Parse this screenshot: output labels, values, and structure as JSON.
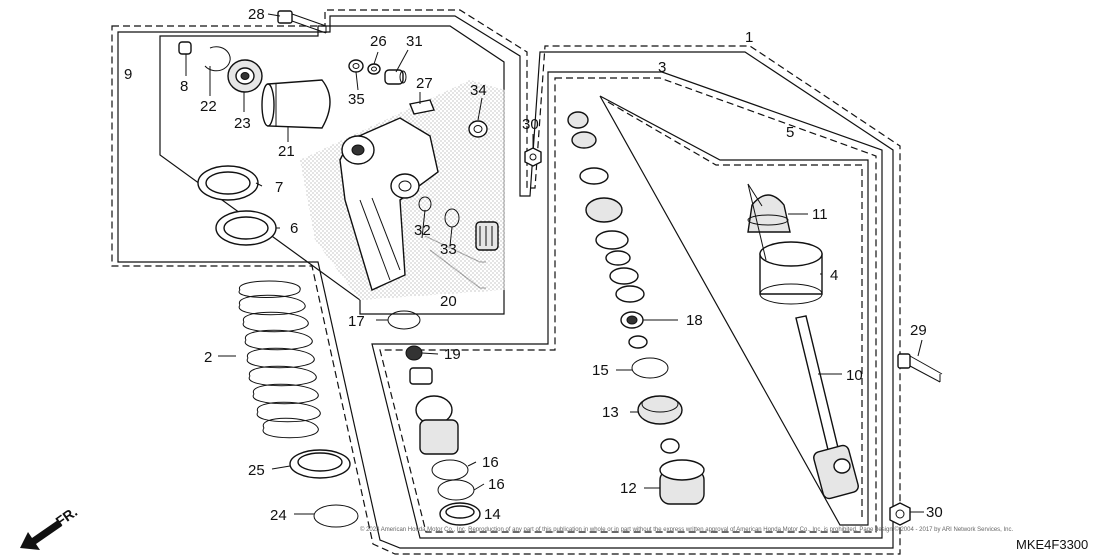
{
  "diagram_code": "MKE4F3300",
  "direction_label": "FR.",
  "copyright": "© 2023 American Honda Motor Co., Inc. Reproduction of any part of this publication in whole or in part without the express written approval of American Honda Motor Co., Inc. is prohibited. Page design © 2004 - 2017 by ARI Network Services, Inc.",
  "callouts": {
    "c1": "1",
    "c2": "2",
    "c3": "3",
    "c4": "4",
    "c5": "5",
    "c6": "6",
    "c7": "7",
    "c8": "8",
    "c9": "9",
    "c10": "10",
    "c11": "11",
    "c12": "12",
    "c13": "13",
    "c14": "14",
    "c15": "15",
    "c16a": "16",
    "c16b": "16",
    "c17": "17",
    "c18": "18",
    "c19": "19",
    "c20": "20",
    "c21": "21",
    "c22": "22",
    "c23": "23",
    "c24": "24",
    "c25": "25",
    "c26": "26",
    "c27": "27",
    "c28": "28",
    "c29": "29",
    "c30a": "30",
    "c30b": "30",
    "c31": "31",
    "c32": "32",
    "c33": "33",
    "c34": "34",
    "c35": "35"
  }
}
